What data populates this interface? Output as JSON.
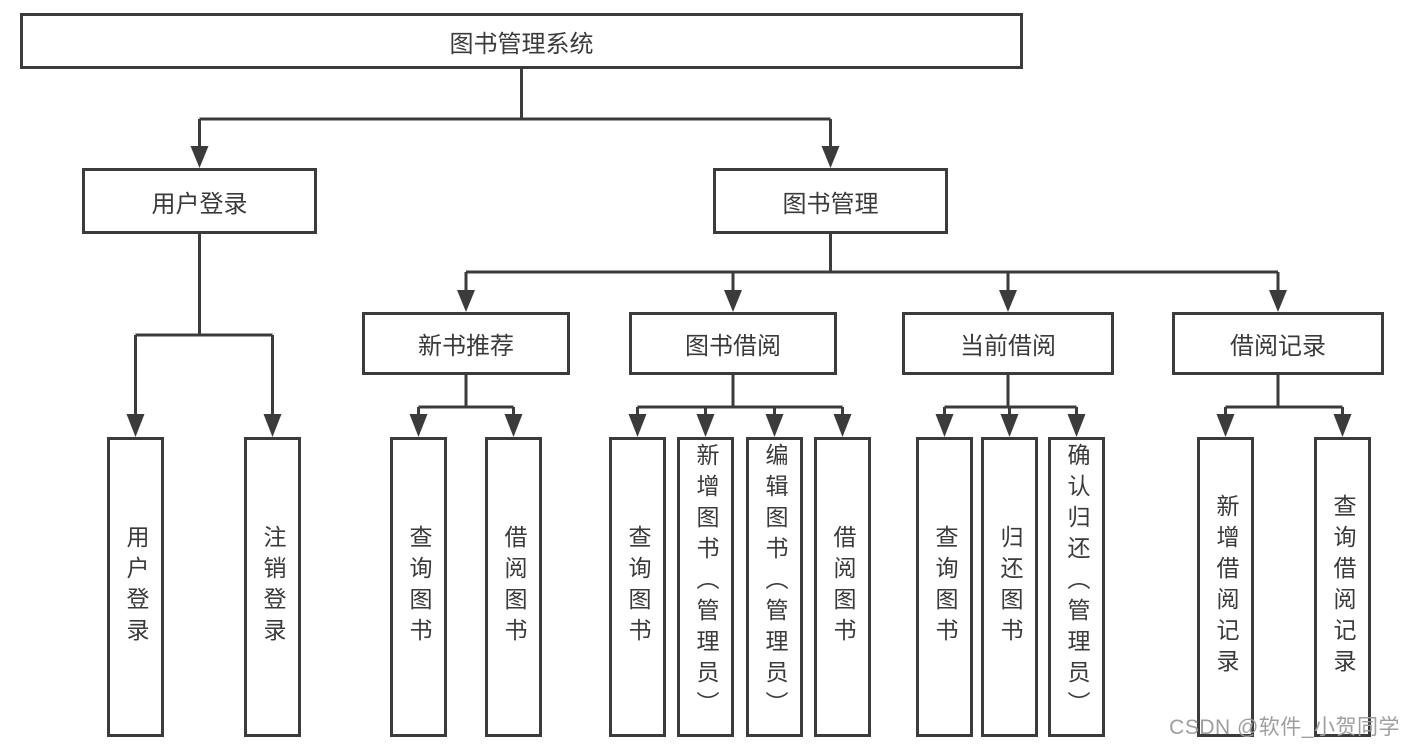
{
  "tree": {
    "root": "图书管理系统",
    "branches": [
      {
        "label": "用户登录",
        "leaves": [
          "用户登录",
          "注销登录"
        ]
      },
      {
        "label": "图书管理",
        "groups": [
          {
            "label": "新书推荐",
            "leaves": [
              "查询图书",
              "借阅图书"
            ]
          },
          {
            "label": "图书借阅",
            "leaves": [
              "查询图书",
              "新增图书（管理员）",
              "编辑图书（管理员）",
              "借阅图书"
            ]
          },
          {
            "label": "当前借阅",
            "leaves": [
              "查询图书",
              "归还图书",
              "确认归还（管理员）"
            ]
          },
          {
            "label": "借阅记录",
            "leaves": [
              "新增借阅记录",
              "查询借阅记录"
            ]
          }
        ]
      }
    ]
  },
  "watermark": {
    "text": "CSDN @软件_小贺同学"
  },
  "colors": {
    "line": "#3b3b3b",
    "text": "#3a3a3a",
    "watermark": "#9e9e9e",
    "background": "#ffffff"
  }
}
